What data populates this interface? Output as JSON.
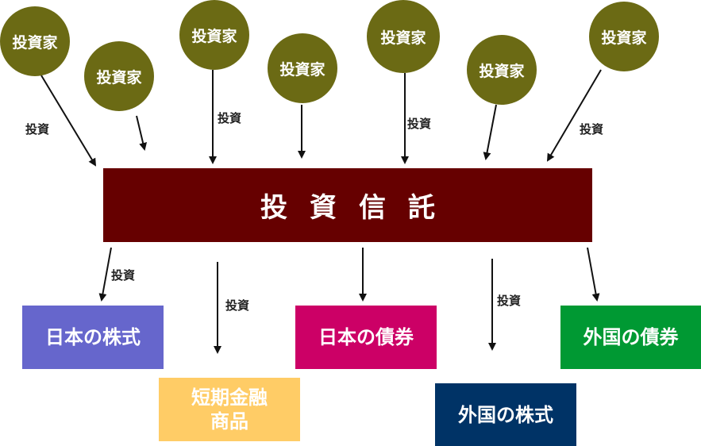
{
  "investors": [
    {
      "label": "投資家"
    },
    {
      "label": "投資家"
    },
    {
      "label": "投資家"
    },
    {
      "label": "投資家"
    },
    {
      "label": "投資家"
    },
    {
      "label": "投資家"
    },
    {
      "label": "投資家"
    }
  ],
  "arrow_labels": {
    "in_1": "投資",
    "in_2": "投資",
    "in_3": "投資",
    "in_4": "投資",
    "out_1": "投資",
    "out_2": "投資",
    "out_3": "投資"
  },
  "trust": {
    "label": "投資信託",
    "color": "#660000"
  },
  "assets": [
    {
      "label": "日本の株式",
      "color": "#6666cc"
    },
    {
      "label": "短期金融\n商品",
      "color": "#ffcc66"
    },
    {
      "label": "日本の債券",
      "color": "#cc0066"
    },
    {
      "label": "外国の株式",
      "color": "#003366"
    },
    {
      "label": "外国の債券",
      "color": "#009933"
    }
  ],
  "investor_color": "#6b6a14"
}
